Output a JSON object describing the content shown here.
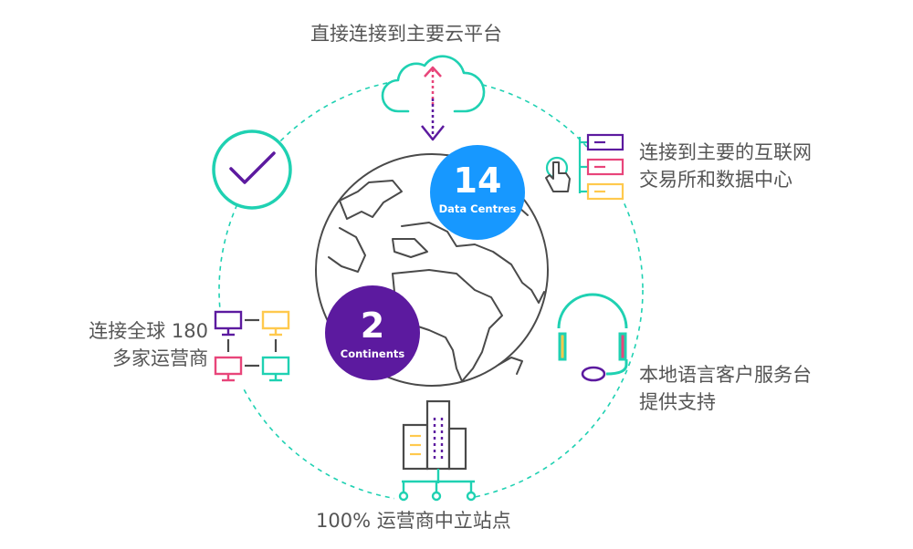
{
  "features": {
    "top": "直接连接到主要云平台",
    "right_top": [
      "连接到主要的互联网",
      "交易所和数据中心"
    ],
    "left": [
      "连接全球 180",
      "多家运营商"
    ],
    "right_bottom": [
      "本地语言客户服务台",
      "提供支持"
    ],
    "bottom": "100% 运营商中立站点"
  },
  "badges": {
    "data_centres": {
      "number": "14",
      "label": "Data Centres"
    },
    "continents": {
      "number": "2",
      "label": "Continents"
    }
  },
  "colors": {
    "teal": "#1fd1b2",
    "purple": "#5c1a9f",
    "blue": "#1798ff",
    "pink": "#e8457a",
    "yellow": "#ffc94d",
    "grey": "#555555"
  }
}
